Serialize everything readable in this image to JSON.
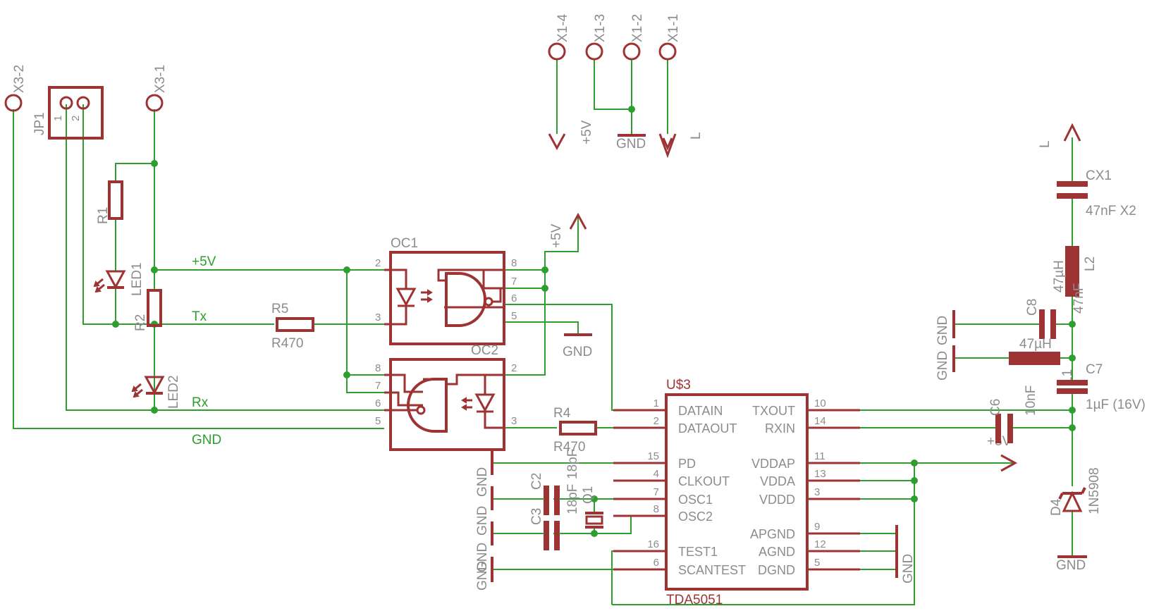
{
  "connectors": {
    "x1_4": "X1-4",
    "x1_3": "X1-3",
    "x1_2": "X1-2",
    "x1_1": "X1-1",
    "x3_2": "X3-2",
    "x3_1": "X3-1"
  },
  "supplies": {
    "vcc": "+5V",
    "gnd": "GND",
    "l": "L"
  },
  "net_labels": {
    "vcc": "+5V",
    "tx": "Tx",
    "rx": "Rx",
    "gnd": "GND"
  },
  "parts": {
    "jp1": "JP1",
    "jp1_pin1": "1",
    "jp1_pin2": "2",
    "r1": "R1",
    "r2": "R2",
    "led1": "LED1",
    "led2": "LED2",
    "r5": "R5",
    "r5_value": "R470",
    "r4": "R4",
    "r4_value": "R470",
    "oc1": "OC1",
    "oc2": "OC2",
    "u3": "U$3",
    "u3_value": "TDA5051",
    "c2": "C2",
    "c2_value": "18pF",
    "c3": "C3",
    "c3_value": "18pF",
    "q1": "Q1",
    "cx1": "CX1",
    "cx1_value": "47nF X2",
    "l2": "L2",
    "l2_value": "47µH",
    "l1": "L1",
    "l1_value": "47µH",
    "c8": "C8",
    "c8_value": "47nF",
    "c7": "C7",
    "c7_value": "1µF (16V)",
    "c6": "C6",
    "c6_value": "10nF",
    "d4": "D4",
    "d4_value": "1N5908"
  },
  "oc1_pins": [
    "2",
    "3",
    "8",
    "7",
    "6",
    "5"
  ],
  "oc2_pins": [
    "8",
    "7",
    "6",
    "5",
    "2",
    "3"
  ],
  "u3_left_pins": [
    {
      "num": "1",
      "name": "DATAIN"
    },
    {
      "num": "2",
      "name": "DATAOUT"
    },
    {
      "num": "15",
      "name": "PD"
    },
    {
      "num": "4",
      "name": "CLKOUT"
    },
    {
      "num": "7",
      "name": "OSC1"
    },
    {
      "num": "8",
      "name": "OSC2"
    },
    {
      "num": "16",
      "name": "TEST1"
    },
    {
      "num": "6",
      "name": "SCANTEST"
    }
  ],
  "u3_right_pins": [
    {
      "num": "10",
      "name": "TXOUT"
    },
    {
      "num": "14",
      "name": "RXIN"
    },
    {
      "num": "11",
      "name": "VDDAP"
    },
    {
      "num": "13",
      "name": "VDDA"
    },
    {
      "num": "3",
      "name": "VDDD"
    },
    {
      "num": "9",
      "name": "APGND"
    },
    {
      "num": "12",
      "name": "AGND"
    },
    {
      "num": "5",
      "name": "DGND"
    }
  ]
}
